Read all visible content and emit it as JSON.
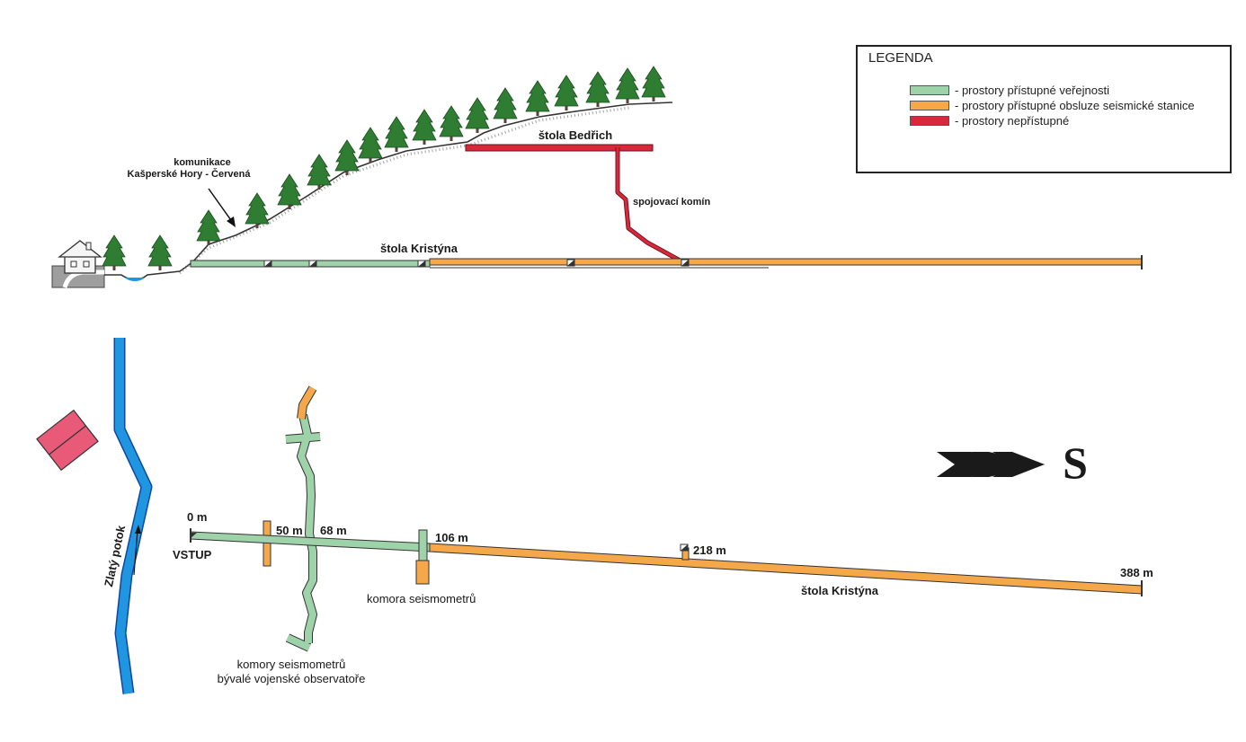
{
  "colors": {
    "public": "#9ed2a8",
    "service": "#f4a84a",
    "restricted": "#d8283a",
    "stream": "#2196e0",
    "house_roof": "#e85a78",
    "tree": "#2e7d32",
    "ground": "#333333"
  },
  "legend": {
    "title": "LEGENDA",
    "items": [
      {
        "label": "- prostory přístupné veřejnosti",
        "color": "#9ed2a8"
      },
      {
        "label": "- prostory přístupné obsluze seismické stanice",
        "color": "#f4a84a"
      },
      {
        "label": "- prostory nepřístupné",
        "color": "#d8283a"
      }
    ]
  },
  "profile": {
    "road_label_line1": "komunikace",
    "road_label_line2": "Kašperské Hory - Červená",
    "bedrich_label": "štola Bedřich",
    "shaft_label": "spojovací komín",
    "kristyna_label": "štola Kristýna"
  },
  "plan": {
    "stream_label": "Zlatý potok",
    "north_label": "S",
    "entrance_label": "VSTUP",
    "distance_0": "0 m",
    "distance_50": "50 m",
    "distance_68": "68 m",
    "distance_106": "106 m",
    "distance_218": "218 m",
    "distance_388": "388 m",
    "chamber_label": "komora seismometrů",
    "old_chambers_line1": "komory seismometrů",
    "old_chambers_line2": "bývalé vojenské observatoře",
    "kristyna_label": "štola Kristýna"
  }
}
